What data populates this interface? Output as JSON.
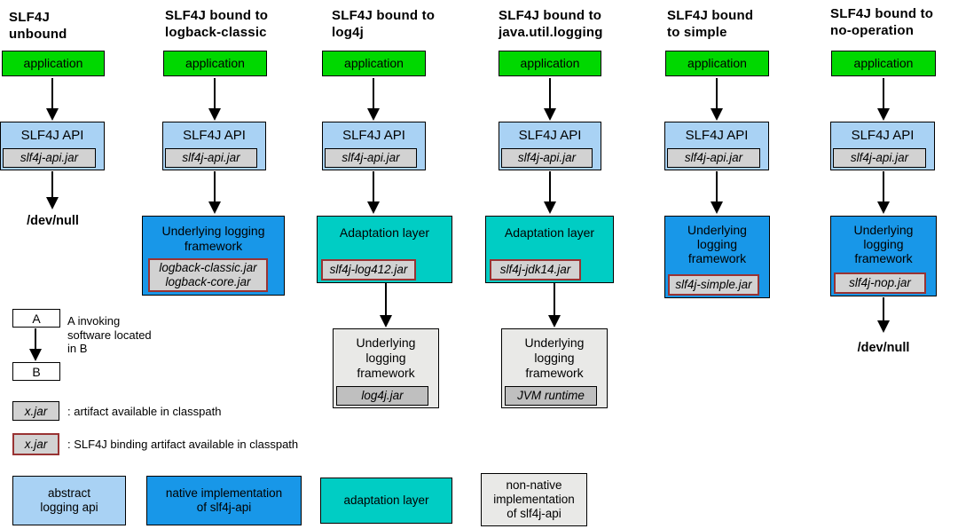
{
  "colors": {
    "application": "#00d800",
    "api": "#a9d2f4",
    "native": "#1897e8",
    "adaptation": "#00cdc4",
    "nonnative": "#e9e9e7",
    "jar": "#d2d2d2",
    "jar_dark": "#bfbfbf",
    "binding_border": "#993333"
  },
  "columns": [
    {
      "title": "SLF4J\nunbound",
      "app": "application",
      "api": "SLF4J API",
      "api_jar": "slf4j-api.jar",
      "dest": "/dev/null"
    },
    {
      "title": "SLF4J bound to\nlogback-classic",
      "app": "application",
      "api": "SLF4J API",
      "api_jar": "slf4j-api.jar",
      "framework": "Underlying logging\nframework",
      "framework_jar": "logback-classic.jar\nlogback-core.jar"
    },
    {
      "title": "SLF4J bound to\nlog4j",
      "app": "application",
      "api": "SLF4J API",
      "api_jar": "slf4j-api.jar",
      "adaptation": "Adaptation layer",
      "adaptation_jar": "slf4j-log412.jar",
      "framework": "Underlying\nlogging\nframework",
      "framework_jar": "log4j.jar"
    },
    {
      "title": "SLF4J bound to\njava.util.logging",
      "app": "application",
      "api": "SLF4J API",
      "api_jar": "slf4j-api.jar",
      "adaptation": "Adaptation layer",
      "adaptation_jar": "slf4j-jdk14.jar",
      "framework": "Underlying\nlogging\nframework",
      "framework_jar": "JVM runtime"
    },
    {
      "title": "SLF4J bound\nto simple",
      "app": "application",
      "api": "SLF4J API",
      "api_jar": "slf4j-api.jar",
      "framework": "Underlying\nlogging\nframework",
      "framework_jar": "slf4j-simple.jar"
    },
    {
      "title": "SLF4J bound to\nno-operation",
      "app": "application",
      "api": "SLF4J API",
      "api_jar": "slf4j-api.jar",
      "framework": "Underlying\nlogging\nframework",
      "framework_jar": "slf4j-nop.jar",
      "dest": "/dev/null"
    }
  ],
  "legend": {
    "invoking": {
      "a": "A",
      "b": "B",
      "caption": "A invoking\nsoftware located\nin B"
    },
    "artifact": {
      "label": "x.jar",
      "caption": ": artifact available in classpath"
    },
    "binding_artifact": {
      "label": "x.jar",
      "caption": ": SLF4J binding artifact available in classpath"
    },
    "categories": [
      {
        "label": "abstract\nlogging api"
      },
      {
        "label": "native implementation\nof slf4j-api"
      },
      {
        "label": "adaptation layer"
      },
      {
        "label": "non-native\nimplementation\nof slf4j-api"
      }
    ]
  }
}
